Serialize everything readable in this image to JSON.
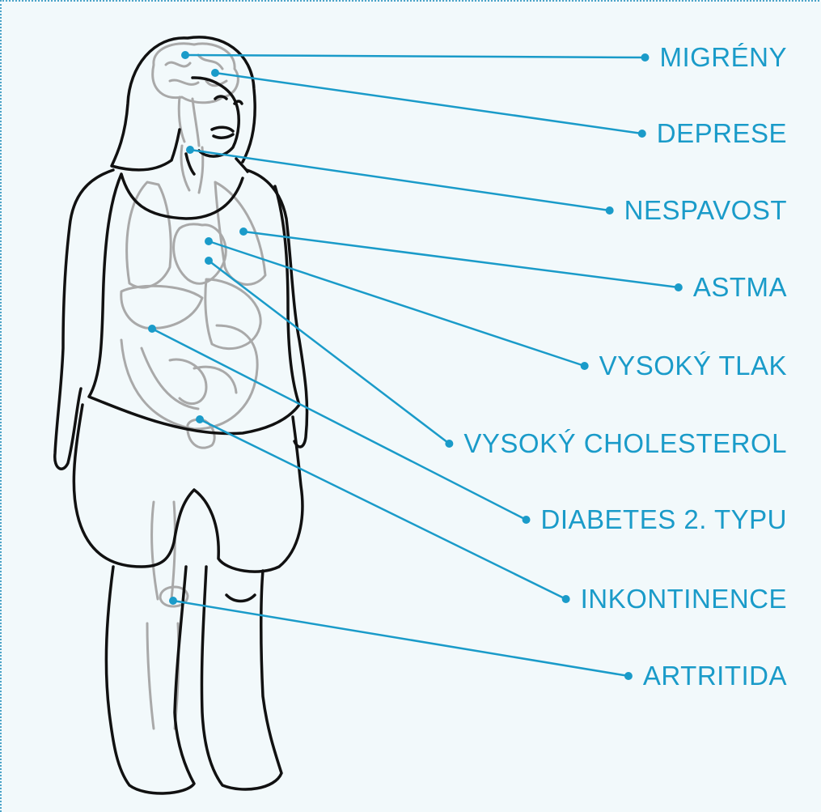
{
  "colors": {
    "background": "#f2f9fb",
    "frame": "#4aa3c8",
    "accent": "#1a9bc9",
    "outline": "#111111",
    "organs": "#a9a9a9"
  },
  "conditions": [
    {
      "label": "MIGRÉNY",
      "organ": "brain"
    },
    {
      "label": "DEPRESE",
      "organ": "brain"
    },
    {
      "label": "NESPAVOST",
      "organ": "throat"
    },
    {
      "label": "ASTMA",
      "organ": "lungs"
    },
    {
      "label": "VYSOKÝ TLAK",
      "organ": "heart"
    },
    {
      "label": "VYSOKÝ CHOLESTEROL",
      "organ": "heart"
    },
    {
      "label": "DIABETES 2. TYPU",
      "organ": "pancreas"
    },
    {
      "label": "INKONTINENCE",
      "organ": "bladder"
    },
    {
      "label": "ARTRITIDA",
      "organ": "knee"
    }
  ]
}
